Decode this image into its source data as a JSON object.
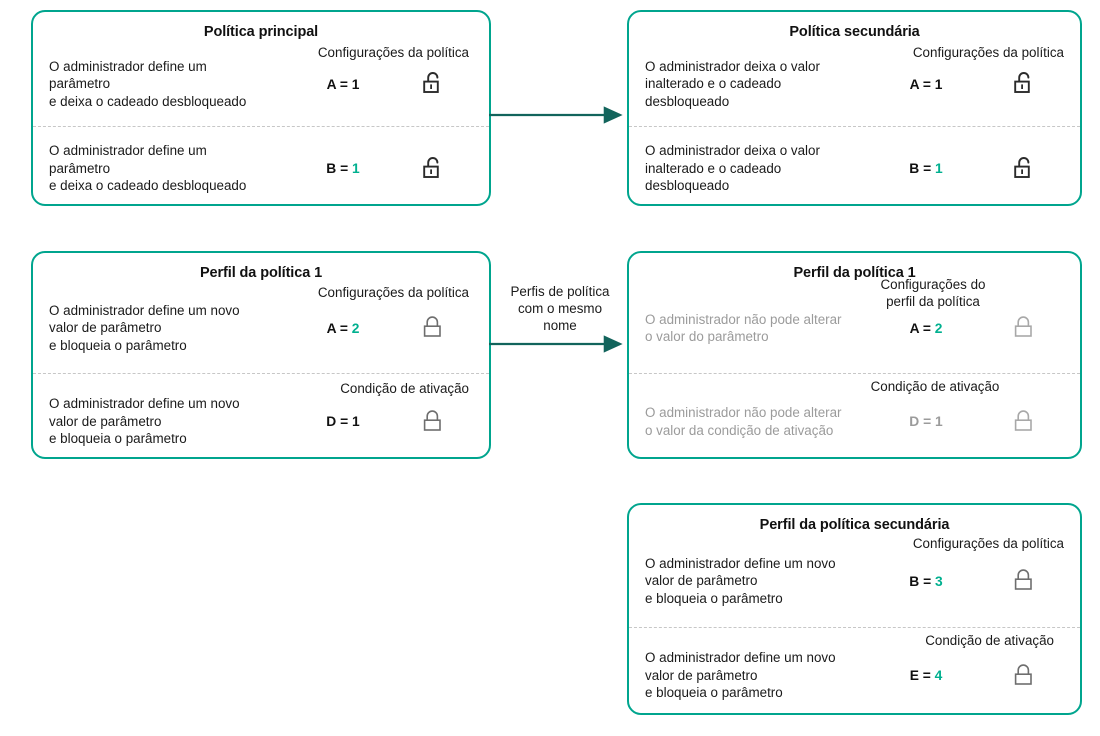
{
  "colors": {
    "card_border": "#00a58e",
    "accent_value": "#00b08f",
    "arrow": "#12645c",
    "muted_text": "#9b9b9b",
    "divider": "#c7c7c7"
  },
  "cards": {
    "policy_main": {
      "title": "Política principal",
      "rows": [
        {
          "section_label": "Configurações da política",
          "description": "O administrador define um\nparâmetro\ne deixa o cadeado desbloqueado",
          "value_key": "A",
          "value_sep": " = ",
          "value_number": "1",
          "value_accent": false,
          "muted": false,
          "lock": "unlocked-padlock-icon",
          "lock_state": "unlocked"
        },
        {
          "section_label": "",
          "description": "O administrador define um\nparâmetro\ne deixa o cadeado desbloqueado",
          "value_key": "B",
          "value_sep": " = ",
          "value_number": "1",
          "value_accent": true,
          "muted": false,
          "lock": "unlocked-padlock-icon",
          "lock_state": "unlocked"
        }
      ]
    },
    "policy_secondary": {
      "title": "Política secundária",
      "rows": [
        {
          "section_label": "Configurações da política",
          "description": "O administrador deixa o valor\ninalterado e o cadeado\ndesbloqueado",
          "value_key": "A",
          "value_sep": " = ",
          "value_number": "1",
          "value_accent": false,
          "muted": false,
          "lock": "unlocked-padlock-icon",
          "lock_state": "unlocked"
        },
        {
          "section_label": "",
          "description": "O administrador deixa o valor\ninalterado e o cadeado\ndesbloqueado",
          "value_key": "B",
          "value_sep": " = ",
          "value_number": "1",
          "value_accent": true,
          "muted": false,
          "lock": "unlocked-padlock-icon",
          "lock_state": "unlocked"
        }
      ]
    },
    "profile_1_left": {
      "title": "Perfil da política 1",
      "rows": [
        {
          "section_label": "Configurações da política",
          "description": "O administrador define um novo\nvalor de parâmetro\n e bloqueia o parâmetro",
          "value_key": "A",
          "value_sep": " = ",
          "value_number": "2",
          "value_accent": true,
          "muted": false,
          "lock": "locked-padlock-icon",
          "lock_state": "locked"
        },
        {
          "section_label": "Condição de ativação",
          "description": "O administrador define um novo\nvalor de parâmetro\n e bloqueia o parâmetro",
          "value_key": "D",
          "value_sep": " = ",
          "value_number": "1",
          "value_accent": false,
          "muted": false,
          "lock": "locked-padlock-icon",
          "lock_state": "locked"
        }
      ]
    },
    "profile_1_right": {
      "title": "Perfil da política 1",
      "rows": [
        {
          "section_label": "Configurações do\nperfil da política",
          "description": "O administrador não pode alterar\no valor do parâmetro",
          "value_key": "A",
          "value_sep": " = ",
          "value_number": "2",
          "value_accent": true,
          "muted": false,
          "lock": "locked-padlock-icon",
          "lock_state": "locked-muted"
        },
        {
          "section_label": "Condição de ativação",
          "description": "O administrador não pode alterar\no valor da condição de ativação",
          "value_key": "D",
          "value_sep": " = ",
          "value_number": "1",
          "value_accent": false,
          "muted": true,
          "lock": "locked-padlock-icon",
          "lock_state": "locked-muted"
        }
      ]
    },
    "profile_secondary": {
      "title": "Perfil da política secundária",
      "rows": [
        {
          "section_label": "Configurações da política",
          "description": "O administrador define um novo\nvalor de parâmetro\n e bloqueia o parâmetro",
          "value_key": "B",
          "value_sep": " = ",
          "value_number": "3",
          "value_accent": true,
          "muted": false,
          "lock": "locked-padlock-icon",
          "lock_state": "locked"
        },
        {
          "section_label": "Condição de ativação",
          "description": "O administrador define um novo\nvalor de parâmetro\n e bloqueia o parâmetro",
          "value_key": "E",
          "value_sep": " = ",
          "value_number": "4",
          "value_accent": true,
          "muted": false,
          "lock": "locked-padlock-icon",
          "lock_state": "locked"
        }
      ]
    }
  },
  "arrows": [
    {
      "id": "arrow-top",
      "label": ""
    },
    {
      "id": "arrow-middle",
      "label": "Perfis de política\ncom o mesmo\nnome"
    }
  ]
}
